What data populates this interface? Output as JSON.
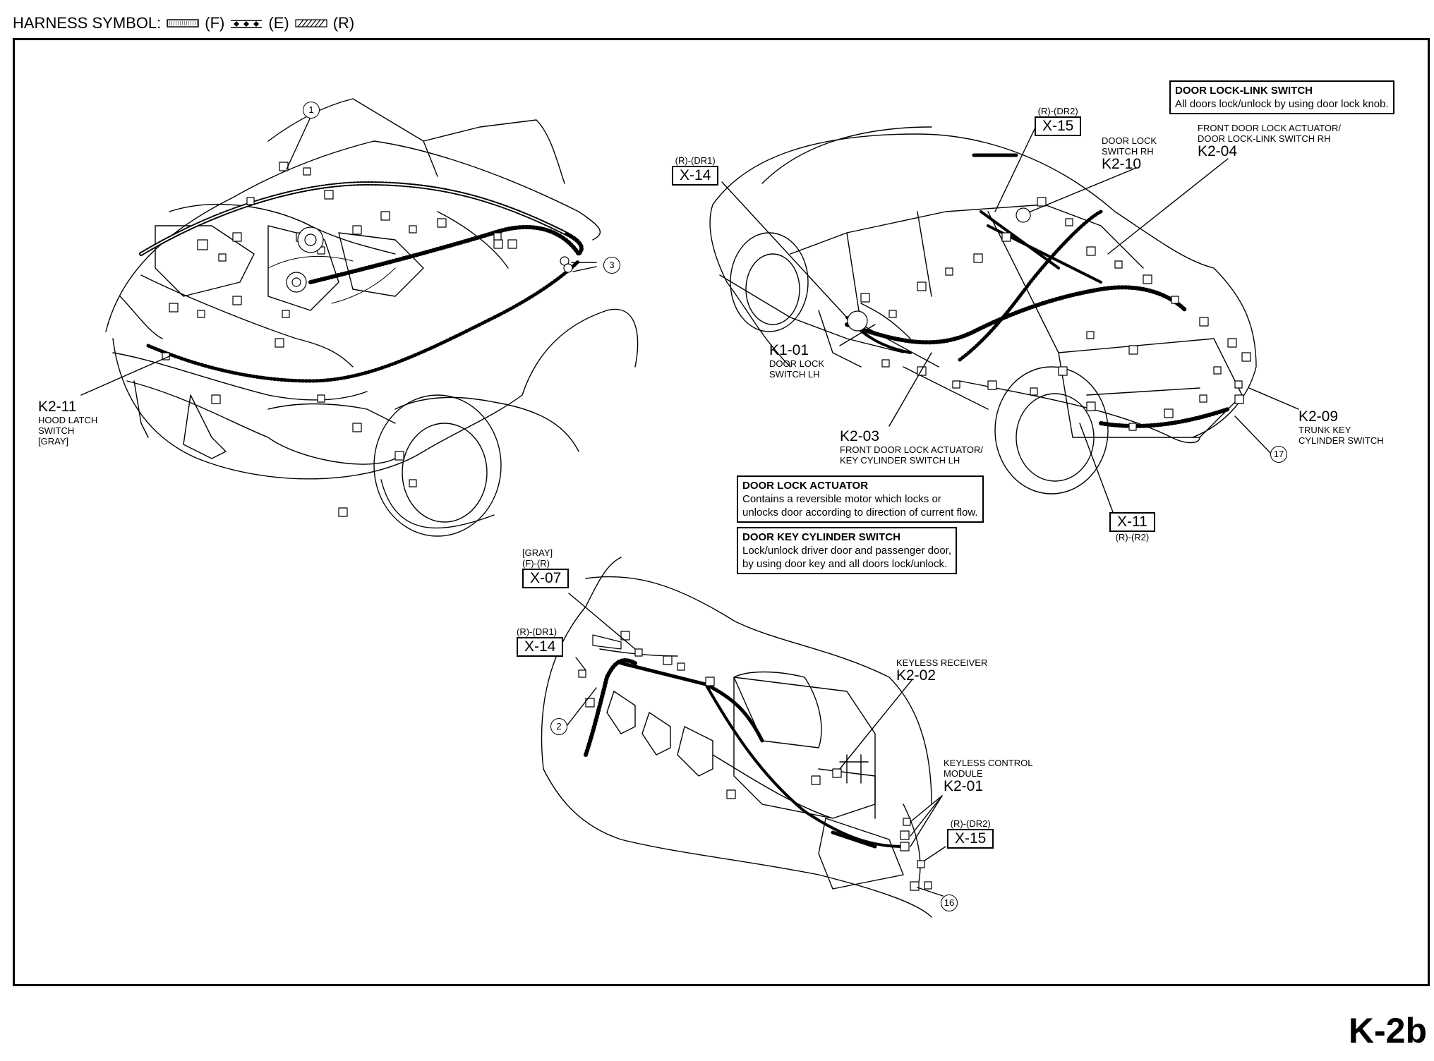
{
  "header": {
    "title": "HARNESS SYMBOL:",
    "items": [
      {
        "code": "(F)",
        "symbol": "dotted-band"
      },
      {
        "code": "(E)",
        "symbol": "diamond-chain"
      },
      {
        "code": "(R)",
        "symbol": "hatched-band"
      }
    ]
  },
  "page_id": "K-2b",
  "callouts": [
    "1",
    "2",
    "3",
    "16",
    "17"
  ],
  "connectors": {
    "k2_11": {
      "code": "K2-11",
      "lines": [
        "HOOD LATCH",
        "SWITCH",
        "[GRAY]"
      ]
    },
    "k2_10": {
      "code": "K2-10",
      "lines": [
        "DOOR LOCK",
        "SWITCH RH"
      ]
    },
    "k2_04": {
      "code": "K2-04",
      "lines": [
        "FRONT DOOR LOCK ACTUATOR/",
        "DOOR LOCK-LINK SWITCH RH"
      ]
    },
    "k1_01": {
      "code": "K1-01",
      "lines": [
        "DOOR LOCK",
        "SWITCH LH"
      ]
    },
    "k2_03": {
      "code": "K2-03",
      "lines": [
        "FRONT DOOR LOCK ACTUATOR/",
        "KEY CYLINDER SWITCH LH"
      ]
    },
    "k2_09": {
      "code": "K2-09",
      "lines": [
        "TRUNK KEY",
        "CYLINDER SWITCH"
      ]
    },
    "k2_02": {
      "code": "K2-02",
      "lines": [
        "KEYLESS RECEIVER"
      ]
    },
    "k2_01": {
      "code": "K2-01",
      "lines": [
        "KEYLESS CONTROL",
        "MODULE"
      ]
    }
  },
  "harness_refs": {
    "x14_top": {
      "code": "X-14",
      "tag": "(R)-(DR1)"
    },
    "x15_top": {
      "code": "X-15",
      "tag": "(R)-(DR2)"
    },
    "x11": {
      "code": "X-11",
      "tag": "(R)-(R2)"
    },
    "x07": {
      "code": "X-07",
      "tag1": "[GRAY]",
      "tag2": "(F)-(R)"
    },
    "x14_bottom": {
      "code": "X-14",
      "tag": "(R)-(DR1)"
    },
    "x15_bottom": {
      "code": "X-15",
      "tag": "(R)-(DR2)"
    }
  },
  "info_boxes": {
    "door_lock_link": {
      "title": "DOOR LOCK-LINK SWITCH",
      "lines": [
        "All doors lock/unlock by using door lock knob."
      ]
    },
    "door_lock_actuator": {
      "title": "DOOR LOCK ACTUATOR",
      "lines": [
        "Contains a reversible motor which locks or",
        "unlocks door according to direction of current flow."
      ]
    },
    "door_key_cylinder": {
      "title": "DOOR KEY CYLINDER SWITCH",
      "lines": [
        "Lock/unlock driver door and passenger door,",
        "by using door key and all doors lock/unlock."
      ]
    }
  }
}
